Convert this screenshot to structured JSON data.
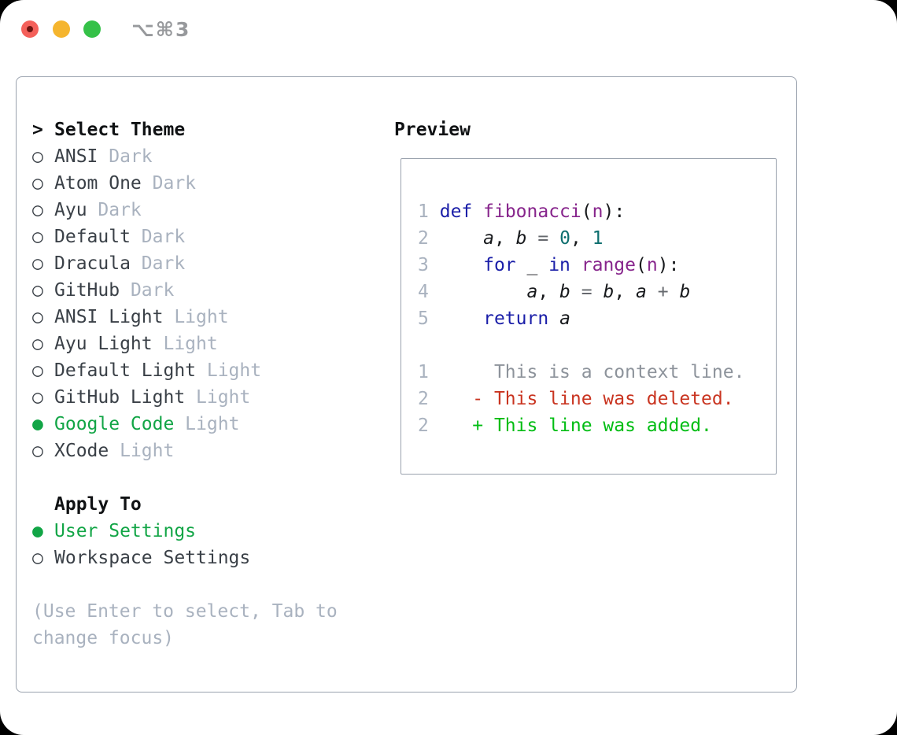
{
  "window": {
    "title": "⌥⌘3"
  },
  "markers": {
    "selected": "●",
    "unselected": "○",
    "prompt": ">"
  },
  "theme_panel": {
    "header": {
      "prompt": ">",
      "label": "Select Theme"
    },
    "themes": [
      {
        "name": "ANSI",
        "variant": "Dark",
        "selected": false
      },
      {
        "name": "Atom One",
        "variant": "Dark",
        "selected": false
      },
      {
        "name": "Ayu",
        "variant": "Dark",
        "selected": false
      },
      {
        "name": "Default",
        "variant": "Dark",
        "selected": false
      },
      {
        "name": "Dracula",
        "variant": "Dark",
        "selected": false
      },
      {
        "name": "GitHub",
        "variant": "Dark",
        "selected": false
      },
      {
        "name": "ANSI Light",
        "variant": "Light",
        "selected": false
      },
      {
        "name": "Ayu Light",
        "variant": "Light",
        "selected": false
      },
      {
        "name": "Default Light",
        "variant": "Light",
        "selected": false
      },
      {
        "name": "GitHub Light",
        "variant": "Light",
        "selected": false
      },
      {
        "name": "Google Code",
        "variant": "Light",
        "selected": true
      },
      {
        "name": "XCode",
        "variant": "Light",
        "selected": false
      }
    ],
    "apply_to": {
      "label": "Apply To",
      "options": [
        {
          "name": "User Settings",
          "selected": true
        },
        {
          "name": "Workspace Settings",
          "selected": false
        }
      ]
    },
    "hint_lines": [
      "(Use Enter to select, Tab to",
      "change focus)"
    ]
  },
  "preview": {
    "label": "Preview",
    "lines": [
      {
        "tokens": [
          [
            "ln",
            "1"
          ],
          [
            "pl",
            " "
          ],
          [
            "kw",
            "def"
          ],
          [
            "pl",
            " "
          ],
          [
            "fn",
            "fibonacci"
          ],
          [
            "pl",
            "("
          ],
          [
            "fn",
            "n"
          ],
          [
            "pl",
            "):"
          ]
        ]
      },
      {
        "tokens": [
          [
            "ln",
            "2"
          ],
          [
            "pl",
            "     "
          ],
          [
            "va",
            "a"
          ],
          [
            "pl",
            ", "
          ],
          [
            "va",
            "b"
          ],
          [
            "pl",
            " "
          ],
          [
            "op",
            "="
          ],
          [
            "pl",
            " "
          ],
          [
            "nm",
            "0"
          ],
          [
            "pl",
            ", "
          ],
          [
            "nm",
            "1"
          ]
        ]
      },
      {
        "tokens": [
          [
            "ln",
            "3"
          ],
          [
            "pl",
            "     "
          ],
          [
            "kw",
            "for"
          ],
          [
            "pl",
            " _ "
          ],
          [
            "kw",
            "in"
          ],
          [
            "pl",
            " "
          ],
          [
            "fn",
            "range"
          ],
          [
            "pl",
            "("
          ],
          [
            "fn",
            "n"
          ],
          [
            "pl",
            "):"
          ]
        ]
      },
      {
        "tokens": [
          [
            "ln",
            "4"
          ],
          [
            "pl",
            "         "
          ],
          [
            "va",
            "a"
          ],
          [
            "pl",
            ", "
          ],
          [
            "va",
            "b"
          ],
          [
            "pl",
            " "
          ],
          [
            "op",
            "="
          ],
          [
            "pl",
            " "
          ],
          [
            "va",
            "b"
          ],
          [
            "pl",
            ", "
          ],
          [
            "va",
            "a"
          ],
          [
            "pl",
            " "
          ],
          [
            "op",
            "+"
          ],
          [
            "pl",
            " "
          ],
          [
            "va",
            "b"
          ]
        ]
      },
      {
        "tokens": [
          [
            "ln",
            "5"
          ],
          [
            "pl",
            "     "
          ],
          [
            "kw",
            "return"
          ],
          [
            "pl",
            " "
          ],
          [
            "va",
            "a"
          ]
        ]
      },
      {
        "tokens": []
      },
      {
        "tokens": [
          [
            "ln",
            "1"
          ],
          [
            "pl",
            "      "
          ],
          [
            "cx",
            "This is a context line."
          ]
        ]
      },
      {
        "tokens": [
          [
            "ln",
            "2"
          ],
          [
            "pl",
            "    "
          ],
          [
            "de",
            "- This line was deleted."
          ]
        ]
      },
      {
        "tokens": [
          [
            "ln",
            "2"
          ],
          [
            "pl",
            "    "
          ],
          [
            "ad",
            "+ This line was added."
          ]
        ]
      }
    ]
  },
  "colors": {
    "keyword": "#1a1ea8",
    "function": "#87258c",
    "number": "#0d6e6e",
    "operator": "#66696e",
    "plain": "#17191c",
    "lineno": "#a9b2bf",
    "context": "#8d939b",
    "deleted": "#c93420",
    "added": "#00bd13",
    "selected_green": "#12a546",
    "text": "#3a4047",
    "heading": "#101214",
    "border": "#9aa2ae",
    "title_gray": "#97999c",
    "light_red": "#f4605a",
    "light_red_dot": "#6d1410",
    "light_yellow": "#f5b52e",
    "light_green": "#35c148"
  }
}
